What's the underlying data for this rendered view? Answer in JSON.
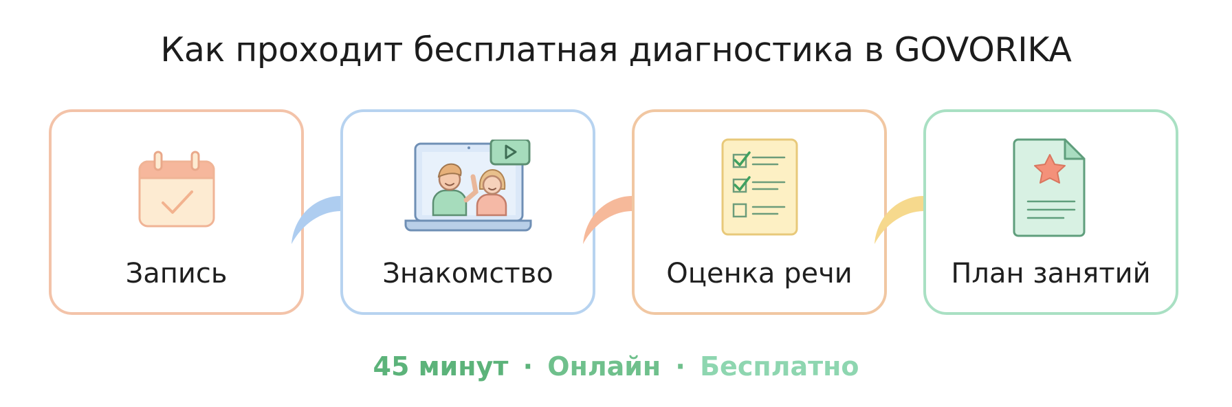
{
  "title": "Как проходит бесплатная диагностика в GOVORIKA",
  "steps": [
    {
      "label": "Запись",
      "icon": "calendar-check-icon",
      "border_color": "#f3c3a9"
    },
    {
      "label": "Знакомство",
      "icon": "video-call-icon",
      "border_color": "#b7d3f0"
    },
    {
      "label": "Оценка речи",
      "icon": "checklist-icon",
      "border_color": "#f1c7a2"
    },
    {
      "label": "План занятий",
      "icon": "document-star-icon",
      "border_color": "#a9e0c3"
    }
  ],
  "arrows": [
    {
      "icon": "curved-arrow-icon",
      "color": "#aecdf0"
    },
    {
      "icon": "curved-arrow-icon",
      "color": "#f6b99a"
    },
    {
      "icon": "curved-arrow-icon",
      "color": "#f6d98d"
    }
  ],
  "footer": {
    "duration": "45 минут",
    "separator": "·",
    "format": "Онлайн",
    "price": "Бесплатно",
    "colors": [
      "#5cb37a",
      "#6fc08c",
      "#8ed6b0"
    ]
  }
}
